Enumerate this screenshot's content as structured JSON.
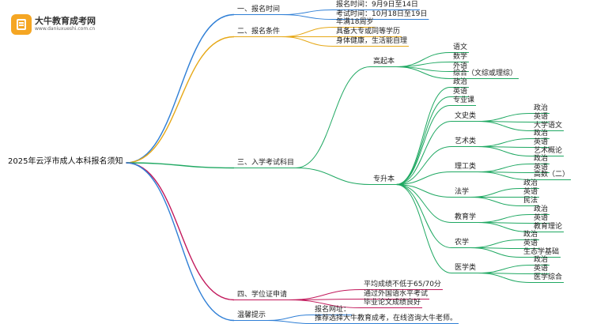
{
  "logo": {
    "name": "大牛教育成考网",
    "url": "www.daniuxueshi.com.cn"
  },
  "root": "2025年云浮市成人本科报名须知",
  "sections": {
    "s1": {
      "label": "一、报名时间",
      "items": [
        "报名时间：9月9日至14日",
        "考试时间：10月18日至19日"
      ]
    },
    "s2": {
      "label": "二、报名条件",
      "items": [
        "年满18周岁",
        "具备大专或同等学历",
        "身体健康，生活能自理"
      ]
    },
    "s3": {
      "label": "三、入学考试科目",
      "gqb": {
        "label": "高起本",
        "items": [
          "语文",
          "数学",
          "外语",
          "综合（文综或理综）"
        ]
      },
      "zsb": {
        "label": "专升本",
        "common": [
          "政治",
          "英语",
          "专业课"
        ],
        "wenshi": {
          "label": "文史类",
          "items": [
            "政治",
            "英语",
            "大学语文"
          ]
        },
        "yishu": {
          "label": "艺术类",
          "items": [
            "政治",
            "英语",
            "艺术概论"
          ]
        },
        "ligong": {
          "label": "理工类",
          "items": [
            "政治",
            "英语",
            "高数（二）"
          ]
        },
        "faxue": {
          "label": "法学",
          "items": [
            "政治",
            "英语",
            "民法"
          ]
        },
        "jiaoyu": {
          "label": "教育学",
          "items": [
            "政治",
            "英语",
            "教育理论"
          ]
        },
        "nongxue": {
          "label": "农学",
          "items": [
            "政治",
            "英语",
            "生态学基础"
          ]
        },
        "yixue": {
          "label": "医学类",
          "items": [
            "政治",
            "英语",
            "医学综合"
          ]
        }
      }
    },
    "s4": {
      "label": "四、学位证申请",
      "items": [
        "平均成绩不低于65/70分",
        "通过外国语水平考试",
        "毕业论文成绩良好"
      ]
    },
    "s5": {
      "label": "温馨提示",
      "items": [
        "报名网址：",
        "推荐选择大牛教育成考，在线咨询大牛老师。"
      ]
    }
  },
  "colors": {
    "s1": "#2f7fd6",
    "s2": "#e6a817",
    "s3": "#1fa862",
    "s4": "#c2185b",
    "s5": "#2f7fd6"
  }
}
